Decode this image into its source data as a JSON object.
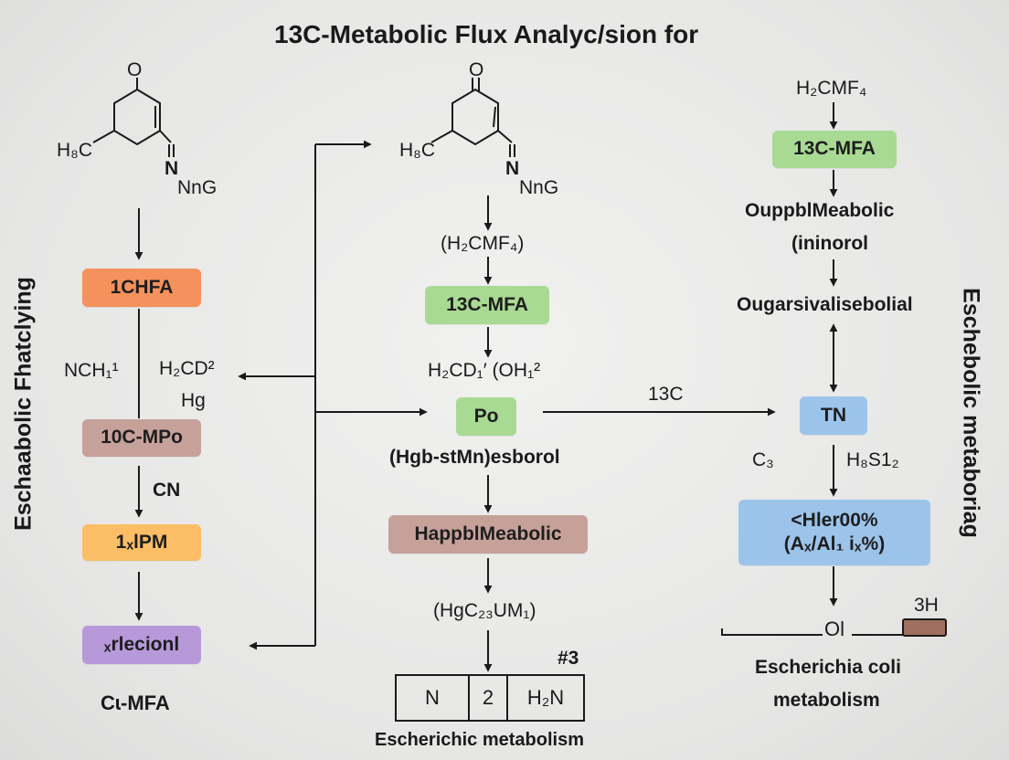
{
  "title": "13C-Metabolic Flux Analyc/sion for",
  "colors": {
    "orange": "#f5915c",
    "mauve": "#c6a19a",
    "yellow": "#fbbe66",
    "purple": "#b799da",
    "green": "#a9da93",
    "blue": "#9cc4ea",
    "brown": "#a06f60"
  },
  "left": {
    "vertical_label": "Eschaabolic Fhatclying",
    "mol": {
      "o": "O",
      "methyl": "H₈C",
      "n": "N",
      "group": "NnG"
    },
    "box1": "1CHFA",
    "side_left": "NCH₁¹",
    "side_right": "H₂CD²",
    "side_hg": "Hg",
    "box2": "10C-MPo",
    "cn": "CN",
    "box3": "1ₓlPM",
    "box4": "ₓrlecionl",
    "footer": "Cɩ-MFA"
  },
  "middle": {
    "mol": {
      "o": "O",
      "methyl": "H₈C",
      "n": "N",
      "group": "NnG"
    },
    "formula1": "(H₂CMF₄)",
    "box1": "13C-MFA",
    "formula2": "H₂CD₁′ (OH₁²",
    "box2": "Po",
    "formula3": "(Hgb-stMn)esborol",
    "box3": "HappblMeabolic",
    "formula4": "(HgC₂₃UM₁)",
    "hash": "#3",
    "table": [
      "N",
      "2",
      "H₂N"
    ],
    "footer": "Escherichic metabolism"
  },
  "connector": {
    "label": "13C"
  },
  "right": {
    "vertical_label": "Eschebolic metaboriag",
    "formula1": "H₂CMF₄",
    "box1": "13C-MFA",
    "text1": "OuppblMeabolic",
    "text2": "(ininorol",
    "text3": "Ougarsivalisebolial",
    "box2": "TN",
    "c3": "C₃",
    "hgs": "H₈S1₂",
    "box3_line1": "<Hler00%",
    "box3_line2": "(Aₓ/Al₁ iₓ%)",
    "h3": "3H",
    "ol": "Ol",
    "footer_line1": "Escherichia coli",
    "footer_line2": "metabolism"
  }
}
